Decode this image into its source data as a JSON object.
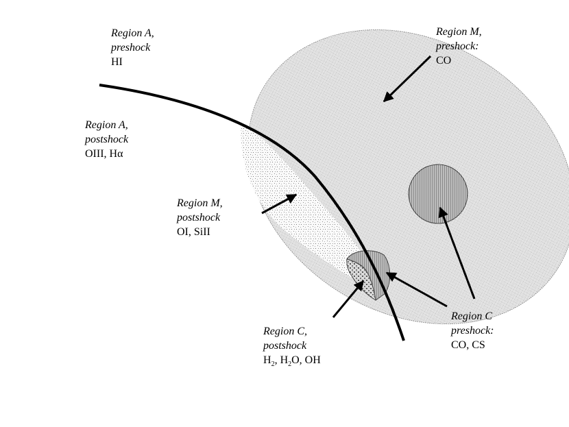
{
  "labels": {
    "region_a_pre": {
      "title": "Region A,",
      "state": "preshock",
      "species": "HI"
    },
    "region_m_pre": {
      "title": "Region M,",
      "state": "preshock:",
      "species": "CO"
    },
    "region_a_post": {
      "title": "Region A,",
      "state": "postshock",
      "species": "OIII, Hα"
    },
    "region_m_post": {
      "title": "Region M,",
      "state": "postshock",
      "species": "OI, SiII"
    },
    "region_c_pre": {
      "title": "Region C",
      "state": "preshock:",
      "species": "CO, CS"
    },
    "region_c_post": {
      "title": "Region C,",
      "state": "postshock",
      "species_parts": [
        "H",
        "2",
        ", H",
        "2",
        "O, OH"
      ]
    }
  },
  "colors": {
    "stroke": "#000000",
    "cloud_fill": "#e4e4e4",
    "postshock_fill": "#d8d8d8",
    "core_fill": "#a8a8a8",
    "clump_fill": "#b0b0b0"
  }
}
